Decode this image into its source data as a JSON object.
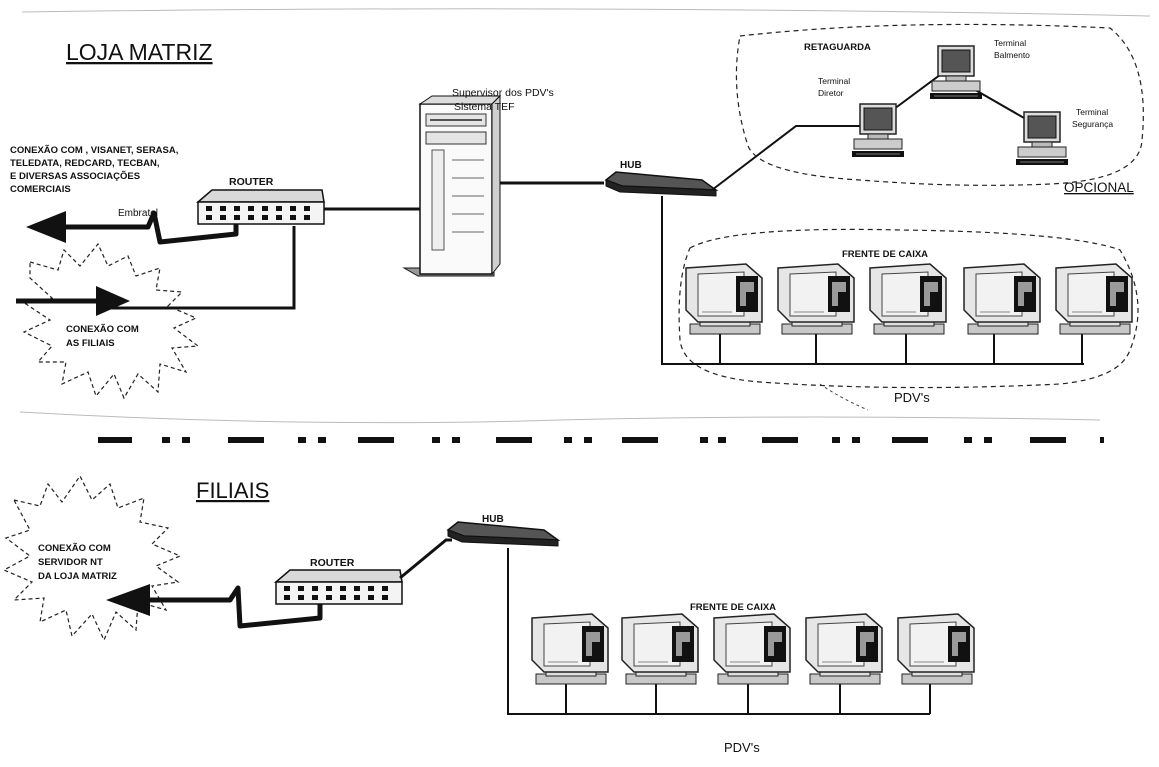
{
  "matriz": {
    "title": "LOJA MATRIZ",
    "connection_text": [
      "CONEXÃO  COM , VISANET, SERASA,",
      "TELEDATA, REDCARD, TECBAN,",
      "E DIVERSAS ASSOCIAÇÕES",
      "COMERCIAIS"
    ],
    "embratel": "Embratel",
    "router": "ROUTER",
    "branches_link": [
      "CONEXÃO  COM",
      "AS FILIAIS"
    ],
    "server_label": [
      "Supervisor dos PDV's",
      "Sistema TEF"
    ],
    "hub": "HUB",
    "retaguarda": "RETAGUARDA",
    "terminal_director": [
      "Terminal",
      "Diretor"
    ],
    "terminal_balance": [
      "Terminal",
      "Balmento"
    ],
    "terminal_security": [
      "Terminal",
      "Segurança"
    ],
    "optional": "OPCIONAL",
    "frente_caixa": "FRENTE DE CAIXA",
    "pdvs": "PDV's"
  },
  "filiais": {
    "title": "FILIAIS",
    "connection_text": [
      "CONEXÃO  COM",
      "SERVIDOR NT",
      "DA LOJA MATRIZ"
    ],
    "router": "ROUTER",
    "hub": "HUB",
    "frente_caixa": "FRENTE DE CAIXA",
    "pdvs": "PDV's"
  },
  "icons": {
    "router": "router-icon",
    "hub": "hub-icon",
    "server": "server-tower-icon",
    "terminal": "desktop-computer-icon",
    "pos": "pos-terminal-icon",
    "cloud": "starburst-cloud-icon",
    "arrow": "arrow-icon"
  }
}
